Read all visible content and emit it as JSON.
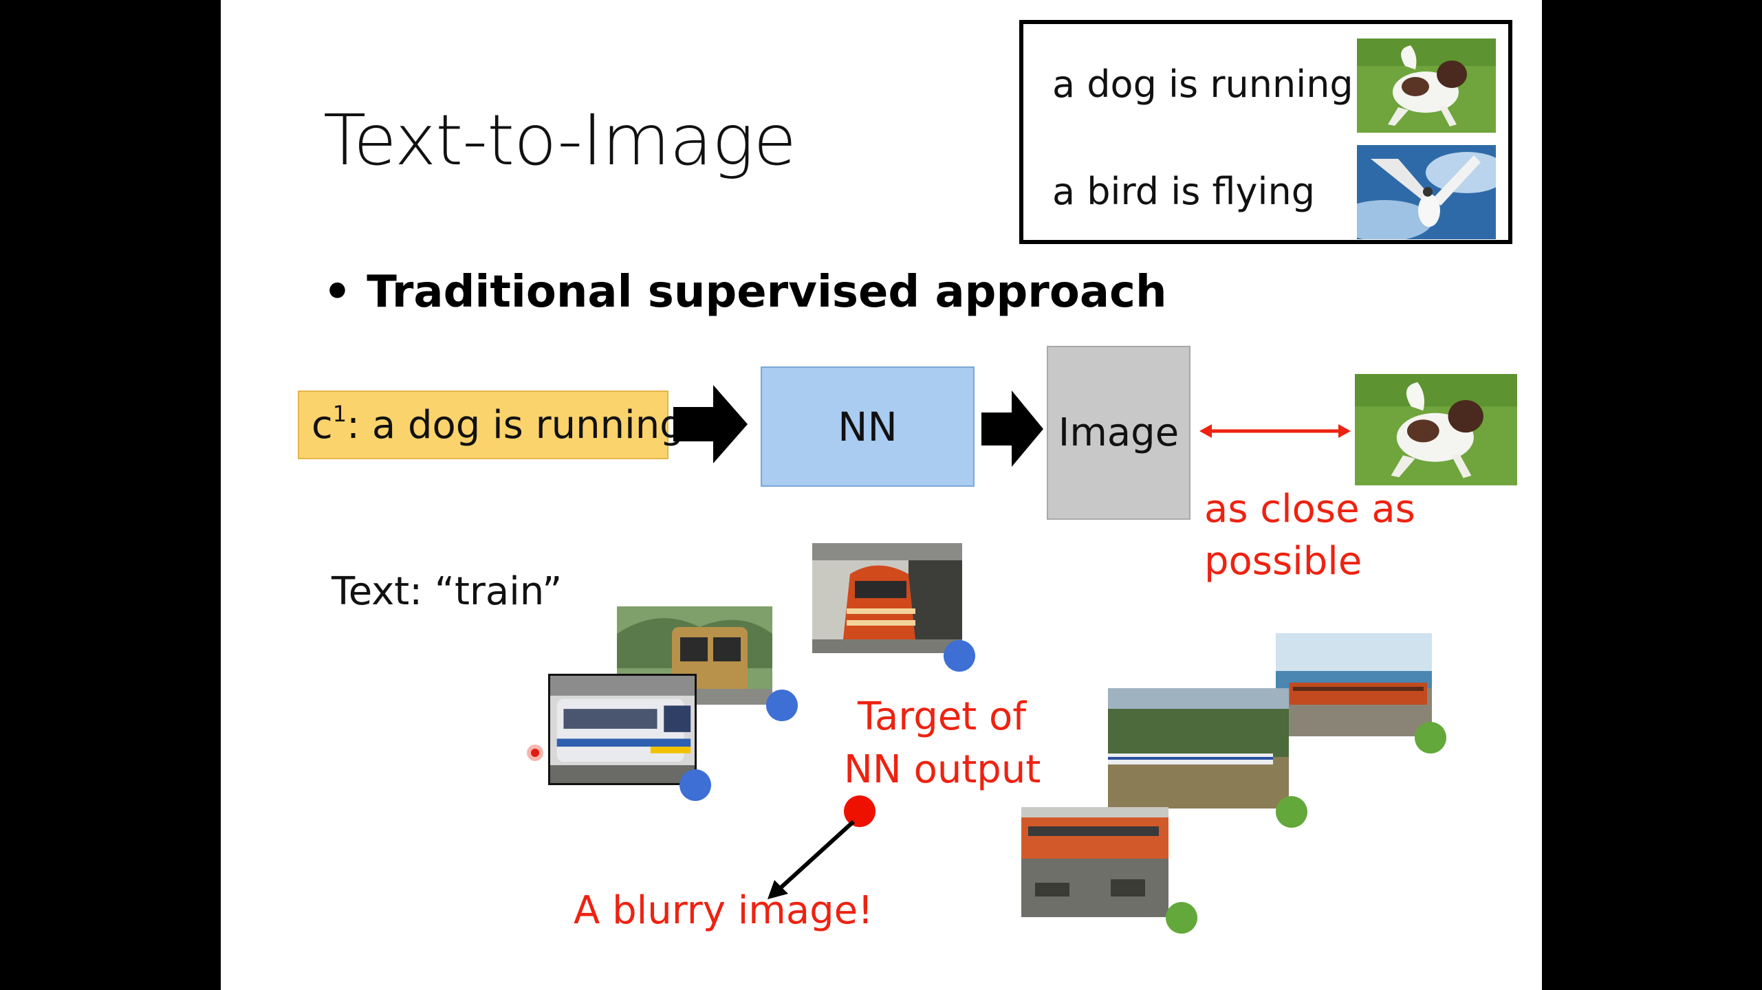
{
  "slide": {
    "title": "Text-to-Image",
    "legend": [
      {
        "text": "a dog is running",
        "image": "dog-photo"
      },
      {
        "text": "a bird is flying",
        "image": "bird-photo"
      }
    ],
    "bullet": "Traditional supervised approach",
    "pipeline": {
      "input_prefix": "c",
      "input_sup": "1",
      "input_text": ": a dog is running",
      "nn_label": "NN",
      "image_label": "Image",
      "target_image": "dog-photo",
      "close_line1": "as close as",
      "close_line2": "possible"
    },
    "text_train": "Text: “train”",
    "target_line1": "Target of",
    "target_line2": "NN output",
    "blurry": "A blurry image!",
    "colors": {
      "input_fill": "#fbd36c",
      "nn_fill": "#a9ccf0",
      "image_fill": "#c8c8c8",
      "red_text": "#ee2211",
      "blue_dot": "#3d6fd4",
      "green_dot": "#63a83a"
    }
  }
}
